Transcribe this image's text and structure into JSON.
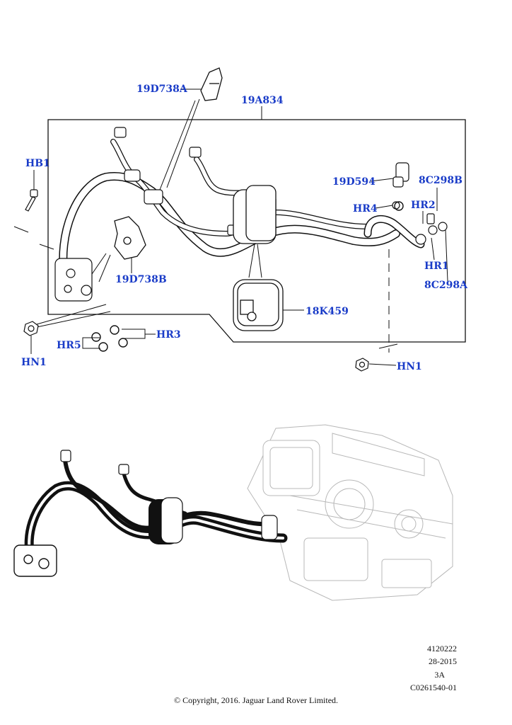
{
  "callouts": {
    "c19D738A": "19D738A",
    "c19A834": "19A834",
    "cHB1": "HB1",
    "c19D594": "19D594",
    "c8C298B": "8C298B",
    "cHR4": "HR4",
    "cHR2": "HR2",
    "c19D738B": "19D738B",
    "cHR1": "HR1",
    "c8C298A": "8C298A",
    "c18K459": "18K459",
    "cHR3": "HR3",
    "cHR5": "HR5",
    "cHN1a": "HN1",
    "cHN1b": "HN1"
  },
  "meta": {
    "number": "4120222",
    "code": "28-2015",
    "rev": "3A",
    "ref": "C0261540-01"
  },
  "copyright": "© Copyright, 2016. Jaguar Land Rover Limited.",
  "colors": {
    "callout": "#1a3cc8",
    "line": "#111111",
    "ghost": "#b8b8b8"
  }
}
